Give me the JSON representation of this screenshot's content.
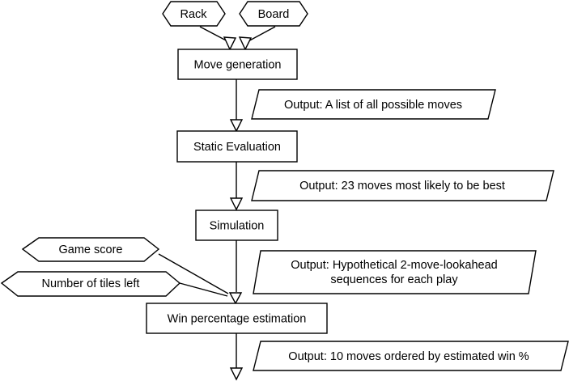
{
  "inputs": {
    "rack": "Rack",
    "board": "Board",
    "game_score": "Game score",
    "tiles_left": "Number of tiles left"
  },
  "processes": {
    "move_generation": "Move generation",
    "static_evaluation": "Static Evaluation",
    "simulation": "Simulation",
    "win_estimation": "Win percentage estimation"
  },
  "outputs": {
    "move_generation": "Output: A list of all possible moves",
    "static_evaluation": "Output: 23 moves most likely to be best",
    "simulation_line1": "Output: Hypothetical 2-move-lookahead",
    "simulation_line2": "sequences for each play",
    "win_estimation": "Output: 10 moves ordered by estimated win %"
  }
}
